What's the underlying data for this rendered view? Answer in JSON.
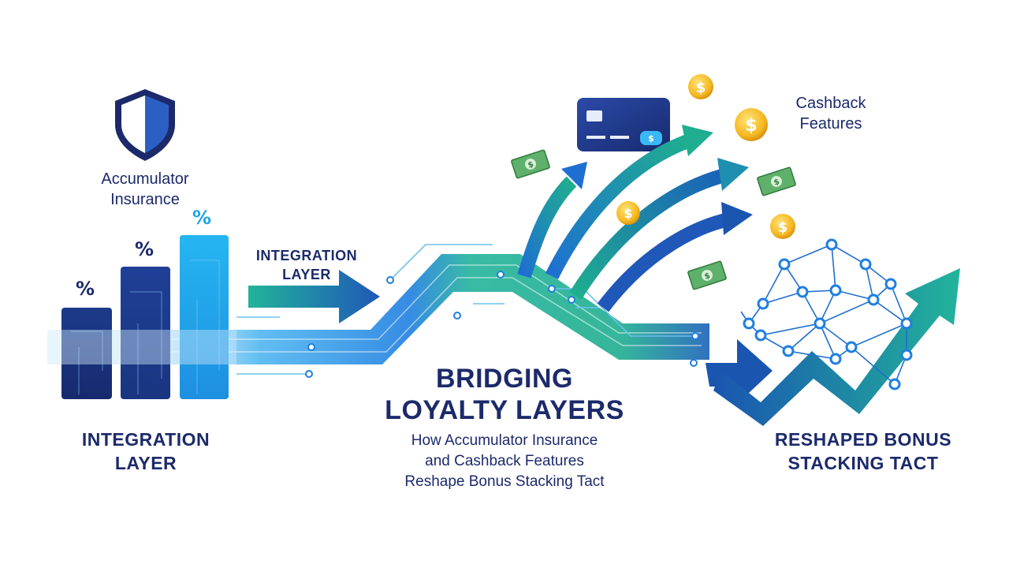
{
  "labels": {
    "accumulator_insurance": "Accumulator Insurance",
    "cashback_features": "Cashback Features",
    "integration_layer_arrow": "INTEGRATION LAYER",
    "integration_layer_bottom": "INTEGRATION LAYER",
    "reshaped": "RESHAPED BONUS STACKING TACT"
  },
  "title": {
    "line1": "BRIDGING",
    "line2": "LOYALTY LAYERS"
  },
  "subtitle": {
    "line1": "How Accumulator Insurance",
    "line2": "and Cashback Features",
    "line3": "Reshape Bonus Stacking Tact"
  },
  "bars": {
    "b1": "%",
    "b2": "%",
    "b3": "%"
  },
  "icons": {
    "coin": "$",
    "bill": "$",
    "card": "$"
  },
  "colors": {
    "navy": "#1c2a6b",
    "blue": "#1f6fd1",
    "cyan": "#1fb8ec",
    "teal": "#1fae8f",
    "gold": "#f5b820",
    "bill_green": "#5fb06a"
  }
}
